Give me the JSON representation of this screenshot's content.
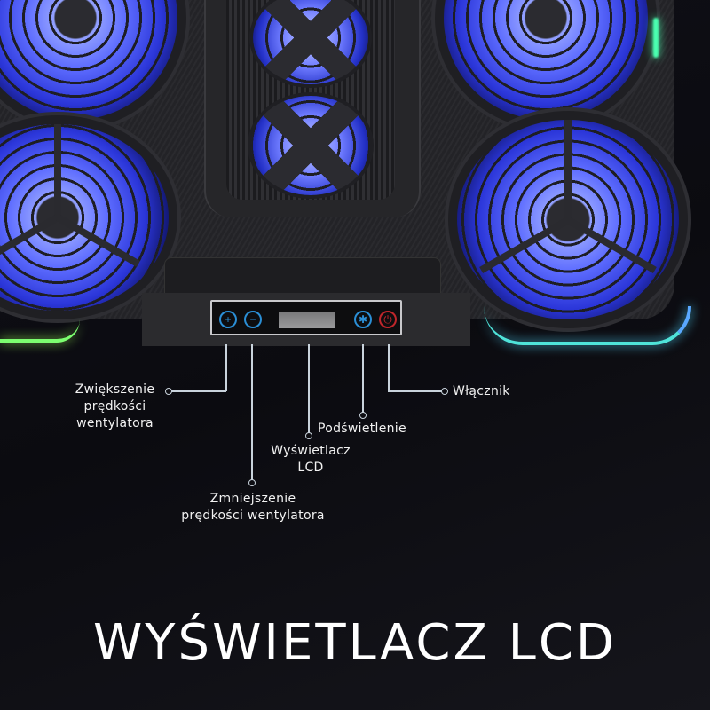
{
  "product_image": {
    "description": "Laptop cooling pad with five blue-lit fans and RGB edge lighting, shown from above",
    "accent_colors": {
      "fan_glow": "#5d6cff",
      "rgb_green": "#7cff70",
      "rgb_cyan": "#4fe3d9",
      "button_blue": "#2b8fd6",
      "button_red": "#c0262b"
    }
  },
  "control_panel": {
    "buttons": [
      {
        "id": "fan-speed-up",
        "glyph": "+"
      },
      {
        "id": "fan-speed-down",
        "glyph": "−"
      },
      {
        "id": "backlight",
        "glyph": "✱"
      },
      {
        "id": "power",
        "glyph": "⏻"
      }
    ],
    "lcd": ""
  },
  "callouts": {
    "fan_speed_up": {
      "line1": "Zwiększenie",
      "line2": "prędkości",
      "line3": "wentylatora"
    },
    "fan_speed_down": {
      "line1": "Zmniejszenie",
      "line2": "prędkości wentylatora"
    },
    "lcd_display": {
      "line1": "Wyświetlacz",
      "line2": "LCD"
    },
    "backlight": {
      "line1": "Podświetlenie"
    },
    "power": {
      "line1": "Włącznik"
    }
  },
  "headline": "WYŚWIETLACZ LCD"
}
